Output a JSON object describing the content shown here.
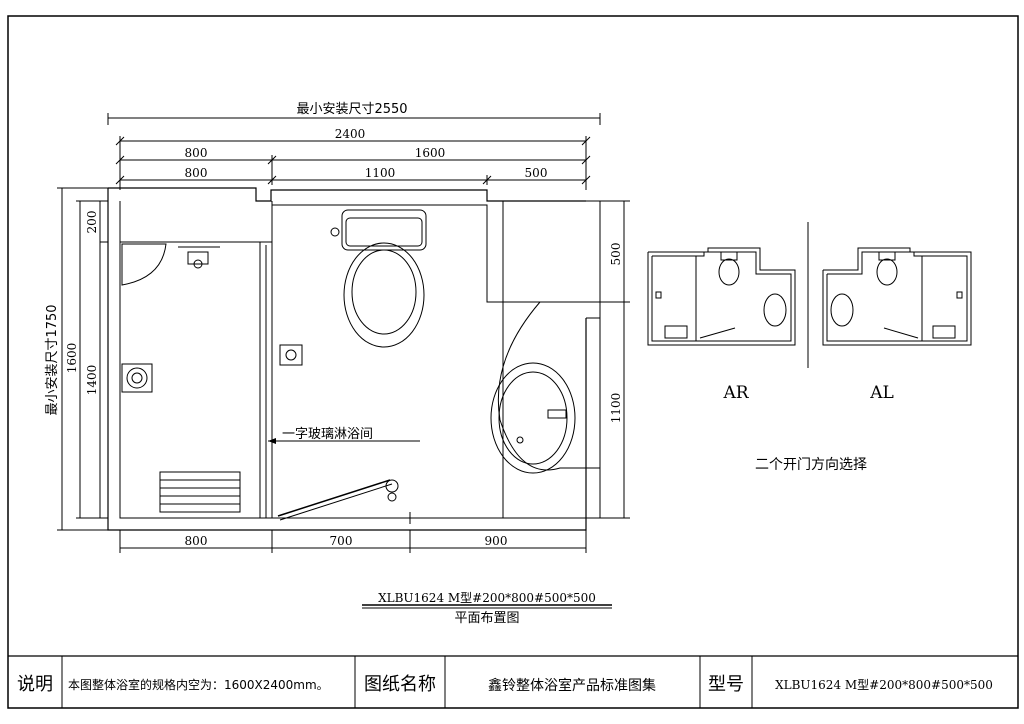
{
  "dims": {
    "min_install_width": "最小安装尺寸2550",
    "total_width": "2400",
    "top_left_800_a": "800",
    "top_right_1600": "1600",
    "top_left_800_b": "800",
    "top_mid_1100": "1100",
    "top_right_500": "500",
    "left_min_install": "最小安装尺寸1750",
    "left_1600": "1600",
    "left_1400": "1400",
    "left_200": "200",
    "right_500": "500",
    "right_1100": "1100",
    "bottom_800": "800",
    "bottom_700": "700",
    "bottom_900": "900"
  },
  "labels": {
    "shower_label": "一字玻璃淋浴间",
    "model": "XLBU1624 M型#200*800#500*500",
    "plan_title": "平面布置图",
    "variant_ar": "AR",
    "variant_al": "AL",
    "door_choice": "二个开门方向选择"
  },
  "title_block": {
    "note_label": "说明",
    "note_text": "本图整体浴室的规格内空为：1600X2400mm。",
    "drawing_name_label": "图纸名称",
    "drawing_name": "鑫铃整体浴室产品标准图集",
    "model_label": "型号",
    "model_value": "XLBU1624 M型#200*800#500*500"
  }
}
